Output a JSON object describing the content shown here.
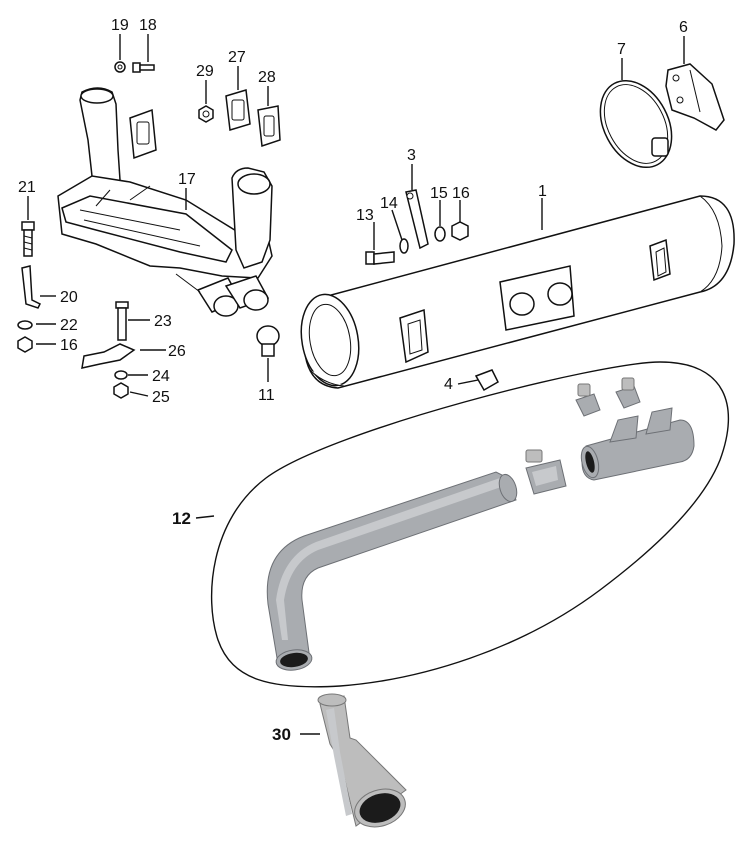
{
  "callouts": [
    {
      "id": "19",
      "label": "19"
    },
    {
      "id": "18",
      "label": "18"
    },
    {
      "id": "29",
      "label": "29"
    },
    {
      "id": "27",
      "label": "27"
    },
    {
      "id": "28",
      "label": "28"
    },
    {
      "id": "7",
      "label": "7"
    },
    {
      "id": "6",
      "label": "6"
    },
    {
      "id": "17",
      "label": "17"
    },
    {
      "id": "21",
      "label": "21"
    },
    {
      "id": "3",
      "label": "3"
    },
    {
      "id": "13",
      "label": "13"
    },
    {
      "id": "14",
      "label": "14"
    },
    {
      "id": "15",
      "label": "15"
    },
    {
      "id": "16a",
      "label": "16"
    },
    {
      "id": "1",
      "label": "1"
    },
    {
      "id": "20",
      "label": "20"
    },
    {
      "id": "22",
      "label": "22"
    },
    {
      "id": "16b",
      "label": "16"
    },
    {
      "id": "23",
      "label": "23"
    },
    {
      "id": "26",
      "label": "26"
    },
    {
      "id": "24",
      "label": "24"
    },
    {
      "id": "25",
      "label": "25"
    },
    {
      "id": "11",
      "label": "11"
    },
    {
      "id": "4",
      "label": "4"
    },
    {
      "id": "12",
      "label": "12"
    },
    {
      "id": "30",
      "label": "30"
    }
  ]
}
